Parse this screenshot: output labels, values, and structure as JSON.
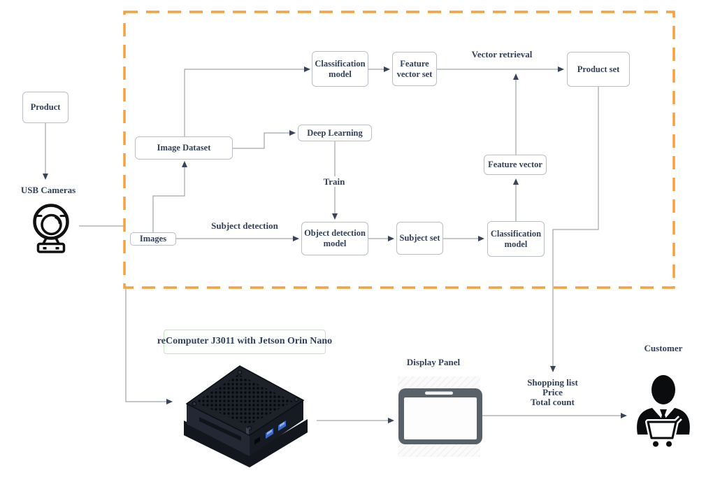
{
  "nodes": {
    "product": {
      "label": "Product"
    },
    "image_dataset": {
      "label": "Image Dataset"
    },
    "images": {
      "label": "Images"
    },
    "classification_model_top": {
      "label": "Classification model"
    },
    "feature_vector_set": {
      "label": "Feature vector set"
    },
    "product_set": {
      "label": "Product set"
    },
    "deep_learning": {
      "label": "Deep Learning"
    },
    "object_detection_model": {
      "label": "Object detection model"
    },
    "subject_set": {
      "label": "Subject set"
    },
    "classification_model_bottom": {
      "label": "Classification model"
    },
    "feature_vector": {
      "label": "Feature vector"
    },
    "recomputer_caption": {
      "label": "reComputer J3011 with Jetson Orin Nano"
    }
  },
  "labels": {
    "usb_cameras": "USB Cameras",
    "vector_retrieval": "Vector retrieval",
    "train": "Train",
    "subject_detection": "Subject detection",
    "display_panel": "Display Panel",
    "customer": "Customer",
    "shopping_list": "Shopping list",
    "price": "Price",
    "total_count": "Total count"
  },
  "icons": {
    "usb_camera": "webcam-icon",
    "display_panel": "tablet-icon",
    "customer": "person-with-shopping-cart-icon",
    "recomputer": "recomputer-device-illustration",
    "pipeline_boundary": "dashed-orange-boundary"
  },
  "colors": {
    "accent_orange": "#f5a13d",
    "box_border": "#b9bec7",
    "green_border": "#c2e5c3",
    "text": "#32405a",
    "line": "#8b919b",
    "arrowhead": "#39445a"
  }
}
